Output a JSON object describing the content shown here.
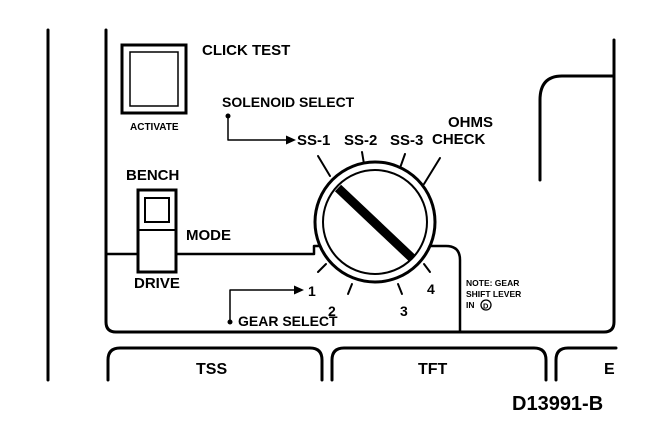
{
  "labels": {
    "click_test": "CLICK TEST",
    "activate": "ACTIVATE",
    "solenoid_select": "SOLENOID SELECT",
    "ss1": "SS-1",
    "ss2": "SS-2",
    "ss3": "SS-3",
    "ohms_line1": "OHMS",
    "ohms_line2": "CHECK",
    "bench": "BENCH",
    "mode": "MODE",
    "drive": "DRIVE",
    "gear_select": "GEAR SELECT",
    "gear_1": "1",
    "gear_2": "2",
    "gear_3": "3",
    "gear_4": "4",
    "note_line1": "NOTE: GEAR",
    "note_line2": "SHIFT LEVER",
    "note_line3": "IN",
    "note_circled": "D",
    "tab_tss": "TSS",
    "tab_tft": "TFT",
    "tab_partial": "E",
    "figure_id": "D13991-B"
  },
  "colors": {
    "ink": "#000000",
    "paper": "#ffffff"
  }
}
